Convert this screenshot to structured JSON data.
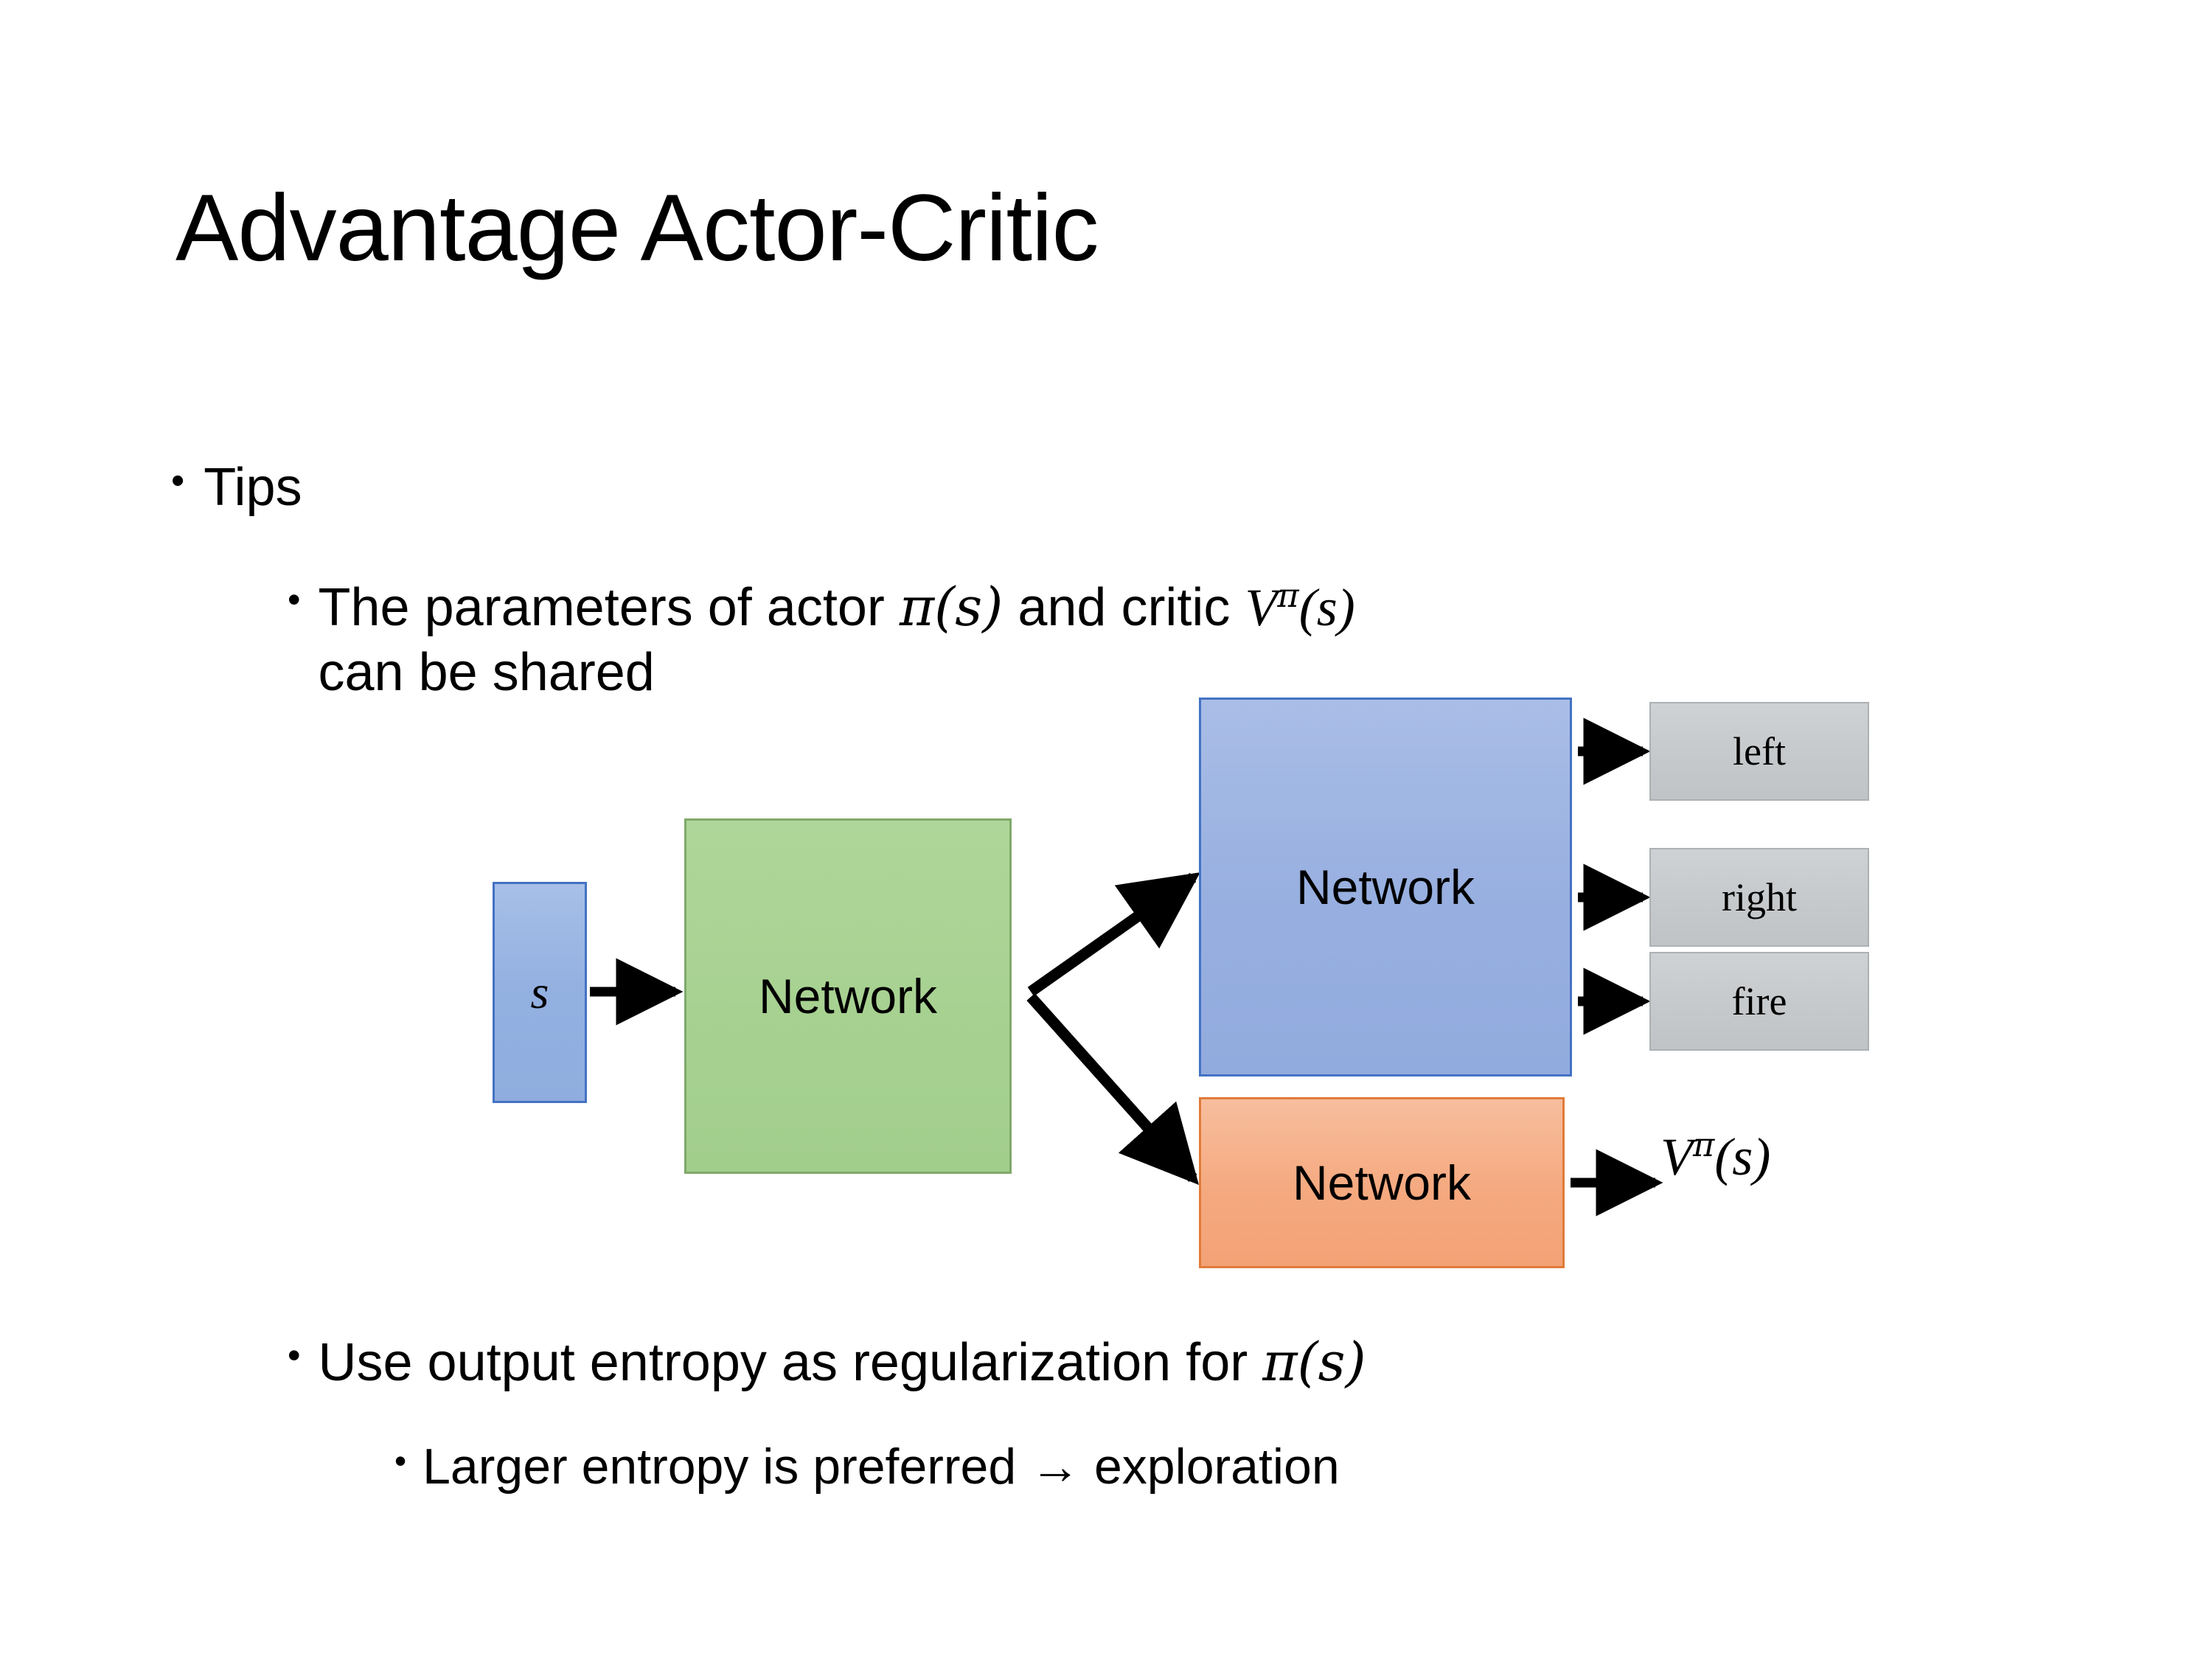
{
  "slide": {
    "title": "Advantage Actor-Critic",
    "bullets": [
      {
        "level": 1,
        "marker": "•",
        "text": "Tips"
      },
      {
        "level": 2,
        "marker": "•",
        "text": "The parameters of actor π(s)  and critic Vπ(s) can be shared",
        "segments": {
          "lead": "The parameters of actor ",
          "math_actor": "π(s)",
          "middle": "  and critic ",
          "math_critic_base": "V",
          "math_critic_sup": "π",
          "math_critic_arg": "(s)",
          "tail": "can be shared"
        }
      },
      {
        "level": 2,
        "marker": "•",
        "text": "Use output entropy as regularization for π(s)",
        "segments": {
          "lead": "Use output entropy as regularization for ",
          "math_actor": "π(s)"
        }
      },
      {
        "level": 3,
        "marker": "•",
        "text": "Larger entropy is preferred → exploration"
      }
    ]
  },
  "diagram": {
    "input": {
      "label": "s",
      "fill": "#92B0E0",
      "border": "#4472C4"
    },
    "shared_network": {
      "label": "Network",
      "fill": "#A7D191",
      "border": "#7FA96A"
    },
    "actor_network": {
      "label": "Network",
      "fill": "#97AFE0",
      "border": "#4472C4"
    },
    "critic_network": {
      "label": "Network",
      "fill": "#F5A97F",
      "border": "#E07B39"
    },
    "actor_outputs": [
      {
        "label": "left",
        "fill": "#C6C9CB",
        "border": "#ADB1B3"
      },
      {
        "label": "right",
        "fill": "#C6C9CB",
        "border": "#ADB1B3"
      },
      {
        "label": "fire",
        "fill": "#C6C9CB",
        "border": "#ADB1B3"
      }
    ],
    "critic_output": {
      "base": "V",
      "superscript": "π",
      "argument": "(s)"
    },
    "arrow_color": "#000000",
    "edges": [
      {
        "from": "input",
        "to": "shared_network"
      },
      {
        "from": "shared_network",
        "to": "actor_network"
      },
      {
        "from": "shared_network",
        "to": "critic_network"
      },
      {
        "from": "actor_network",
        "to": "left"
      },
      {
        "from": "actor_network",
        "to": "right"
      },
      {
        "from": "actor_network",
        "to": "fire"
      },
      {
        "from": "critic_network",
        "to": "critic_output"
      }
    ]
  }
}
